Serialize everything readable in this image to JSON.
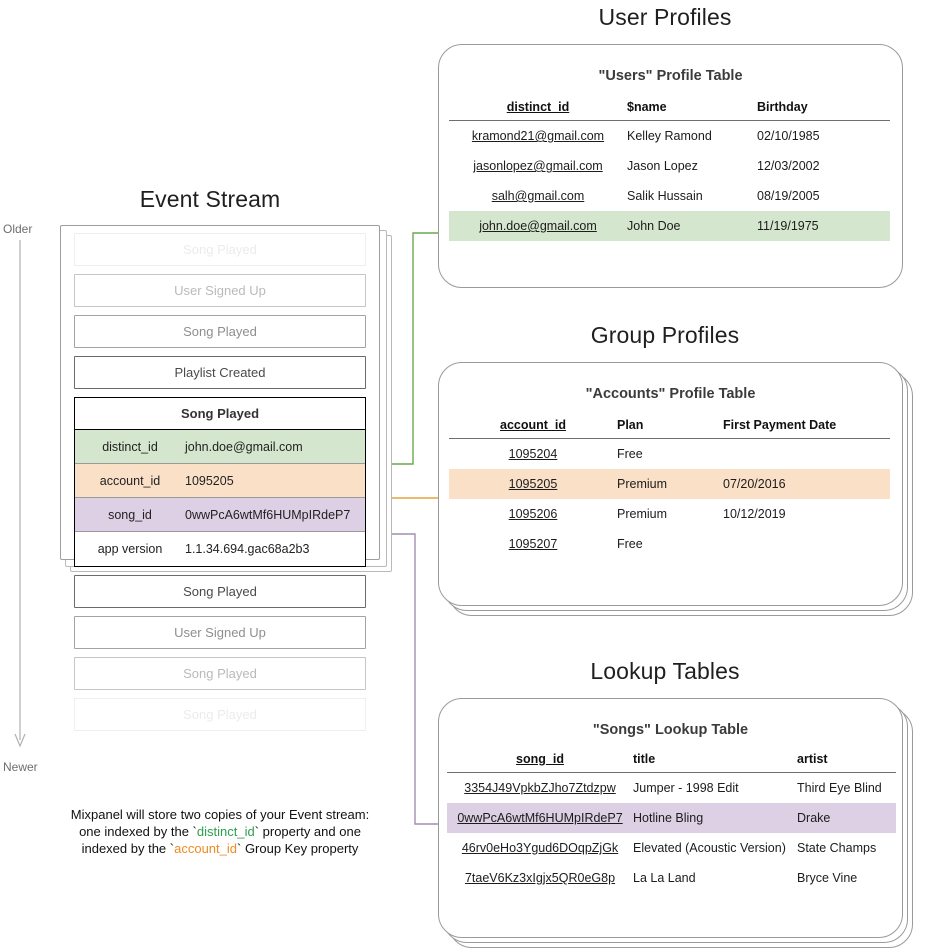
{
  "sections": {
    "user_profiles_title": "User Profiles",
    "group_profiles_title": "Group Profiles",
    "lookup_tables_title": "Lookup Tables",
    "event_stream_title": "Event Stream"
  },
  "colors": {
    "green": "#d4e6cd",
    "orange": "#fbe0c8",
    "purple": "#ded0e4",
    "green_link": "#6aa84f",
    "orange_link": "#e8a33d",
    "purple_link": "#a48fb0"
  },
  "event_stream": {
    "axis_top_label": "Older",
    "axis_bottom_label": "Newer",
    "rows_above": [
      {
        "label": "Song Played",
        "fade": "f-10"
      },
      {
        "label": "User Signed Up",
        "fade": "f-35"
      },
      {
        "label": "Song Played",
        "fade": "f-60"
      },
      {
        "label": "Playlist Created",
        "fade": "f-100"
      }
    ],
    "selected_event": {
      "name": "Song Played",
      "properties": [
        {
          "key": "distinct_id",
          "value": "john.doe@gmail.com",
          "bg": "bg-green"
        },
        {
          "key": "account_id",
          "value": "1095205",
          "bg": "bg-orange"
        },
        {
          "key": "song_id",
          "value": "0wwPcA6wtMf6HUMpIRdeP7",
          "bg": "bg-purple"
        },
        {
          "key": "app version",
          "value": "1.1.34.694.gac68a2b3",
          "bg": ""
        }
      ]
    },
    "rows_below": [
      {
        "label": "Song Played",
        "fade": "f-100"
      },
      {
        "label": "User Signed Up",
        "fade": "f-60"
      },
      {
        "label": "Song Played",
        "fade": "f-35"
      },
      {
        "label": "Song Played",
        "fade": "f-10"
      }
    ],
    "caption": {
      "line1": "Mixpanel will store two copies of your Event stream:",
      "line2_pre": "one indexed by the `",
      "line2_token": "distinct_id",
      "line2_post": "` property and one",
      "line3_pre": "indexed by the `",
      "line3_token": "account_id",
      "line3_post": "` Group Key property"
    }
  },
  "users_table": {
    "title": "\"Users\" Profile Table",
    "columns": [
      "distinct_id",
      "$name",
      "Birthday"
    ],
    "rows": [
      {
        "cells": [
          "kramond21@gmail.com",
          "Kelley Ramond",
          "02/10/1985"
        ],
        "highlight": ""
      },
      {
        "cells": [
          "jasonlopez@gmail.com",
          "Jason Lopez",
          "12/03/2002"
        ],
        "highlight": ""
      },
      {
        "cells": [
          "salh@gmail.com",
          "Salik Hussain",
          "08/19/2005"
        ],
        "highlight": ""
      },
      {
        "cells": [
          "john.doe@gmail.com",
          "John Doe",
          "11/19/1975"
        ],
        "highlight": "hl-green"
      }
    ]
  },
  "accounts_table": {
    "title": "\"Accounts\" Profile Table",
    "columns": [
      "account_id",
      "Plan",
      "First Payment Date"
    ],
    "rows": [
      {
        "cells": [
          "1095204",
          "Free",
          ""
        ],
        "highlight": ""
      },
      {
        "cells": [
          "1095205",
          "Premium",
          "07/20/2016"
        ],
        "highlight": "hl-orange"
      },
      {
        "cells": [
          "1095206",
          "Premium",
          "10/12/2019"
        ],
        "highlight": ""
      },
      {
        "cells": [
          "1095207",
          "Free",
          ""
        ],
        "highlight": ""
      }
    ]
  },
  "songs_table": {
    "title": "\"Songs\" Lookup Table",
    "columns": [
      "song_id",
      "title",
      "artist"
    ],
    "rows": [
      {
        "cells": [
          "3354J49VpkbZJho7Ztdzpw",
          "Jumper - 1998 Edit",
          "Third Eye Blind"
        ],
        "highlight": ""
      },
      {
        "cells": [
          "0wwPcA6wtMf6HUMpIRdeP7",
          "Hotline Bling",
          "Drake"
        ],
        "highlight": "hl-purple"
      },
      {
        "cells": [
          "46rv0eHo3Ygud6DOqpZjGk",
          "Elevated (Acoustic Version)",
          "State Champs"
        ],
        "highlight": ""
      },
      {
        "cells": [
          "7taeV6Kz3xIgjx5QR0eG8p",
          "La La Land",
          "Bryce Vine"
        ],
        "highlight": ""
      }
    ]
  }
}
